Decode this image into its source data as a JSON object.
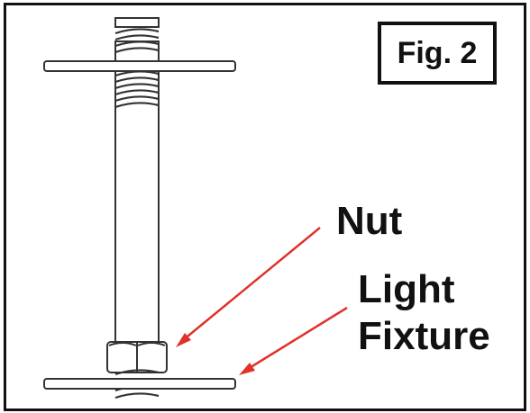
{
  "figure": {
    "label": "Fig. 2"
  },
  "callouts": {
    "nut": "Nut",
    "light_fixture_line1": "Light",
    "light_fixture_line2": "Fixture"
  },
  "colors": {
    "line": "#333333",
    "arrow": "#e0312b",
    "border": "#111111"
  }
}
